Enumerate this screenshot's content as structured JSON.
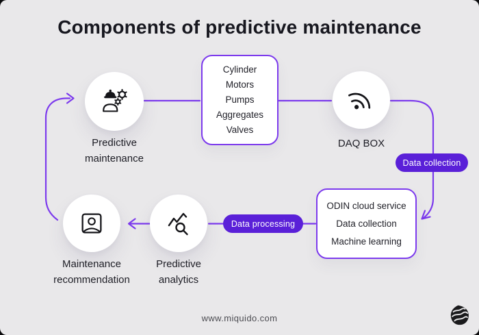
{
  "title": "Components of predictive maintenance",
  "colors": {
    "background": "#e9e8ea",
    "line_accent": "#7c3aed",
    "badge_fill": "#5a20d8",
    "text_dark": "#17171f",
    "node_fill": "#ffffff"
  },
  "nodes": {
    "predictive_maintenance": {
      "label_line1": "Predictive",
      "label_line2": "maintenance",
      "icon": "engineer-gears-icon"
    },
    "components_box": {
      "items": [
        "Cylinder",
        "Motors",
        "Pumps",
        "Aggregates",
        "Valves"
      ]
    },
    "daq_box": {
      "label": "DAQ BOX",
      "icon": "signal-icon"
    },
    "odin_box": {
      "items": [
        "ODIN cloud service",
        "Data collection",
        "Machine learning"
      ]
    },
    "predictive_analytics": {
      "label_line1": "Predictive",
      "label_line2": "analytics",
      "icon": "chart-magnifier-icon"
    },
    "maintenance_recommendation": {
      "label_line1": "Maintenance",
      "label_line2": "recommendation",
      "icon": "portrait-icon"
    }
  },
  "badges": {
    "data_collection": "Data collection",
    "data_processing": "Data processing"
  },
  "footer": {
    "url": "www.miquido.com",
    "logo": "miquido-logo"
  }
}
